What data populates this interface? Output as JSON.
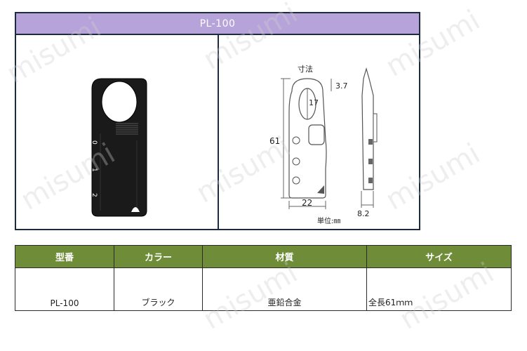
{
  "product": {
    "title": "PL-100",
    "dimensions": {
      "heading": "寸法",
      "height": "61",
      "hole": "17",
      "top_gap": "3.7",
      "width": "22",
      "depth": "8.2",
      "unit_label": "単位:㎜"
    },
    "lock_marks": [
      "0",
      "1",
      "2"
    ]
  },
  "spec_table": {
    "headers": [
      "型番",
      "カラー",
      "材質",
      "サイズ"
    ],
    "rows": [
      [
        "PL-100",
        "ブラック",
        "亜鉛合金",
        "全長61ｍｍ"
      ]
    ]
  },
  "watermark": {
    "text": "misumi"
  },
  "colors": {
    "product_header": "#b5a3d9",
    "table_header": "#6f8d38",
    "border": "#1c2b3f"
  }
}
